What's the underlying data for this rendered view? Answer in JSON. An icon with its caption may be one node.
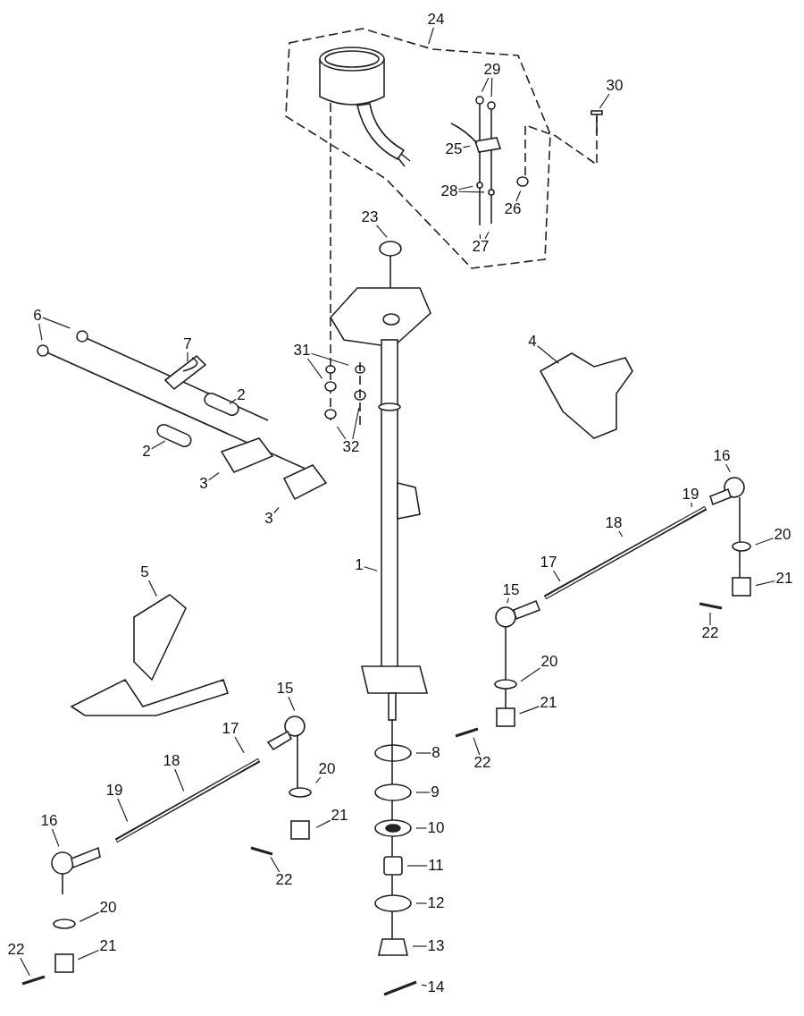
{
  "diagram": {
    "nodes": [
      {
        "text": [
          "24"
        ]
      },
      {
        "text": [
          "29"
        ]
      },
      {
        "text": [
          "30"
        ]
      },
      {
        "text": [
          "25"
        ]
      },
      {
        "text": [
          "28"
        ]
      },
      {
        "text": [
          "26"
        ]
      },
      {
        "text": [
          "27"
        ]
      },
      {
        "text": [
          "23"
        ]
      },
      {
        "text": [
          "6"
        ]
      },
      {
        "text": [
          "7"
        ]
      },
      {
        "text": [
          "31"
        ]
      },
      {
        "text": [
          "4"
        ]
      },
      {
        "text": [
          "2"
        ]
      },
      {
        "text": [
          "2"
        ]
      },
      {
        "text": [
          "32"
        ]
      },
      {
        "text": [
          "16"
        ]
      },
      {
        "text": [
          "3"
        ]
      },
      {
        "text": [
          "19"
        ]
      },
      {
        "text": [
          "3"
        ]
      },
      {
        "text": [
          "18"
        ]
      },
      {
        "text": [
          "20"
        ]
      },
      {
        "text": [
          "5"
        ]
      },
      {
        "text": [
          "17"
        ]
      },
      {
        "text": [
          "1"
        ]
      },
      {
        "text": [
          "21"
        ]
      },
      {
        "text": [
          "15"
        ]
      },
      {
        "text": [
          "22"
        ]
      },
      {
        "text": [
          "20"
        ]
      },
      {
        "text": [
          "21"
        ]
      },
      {
        "text": [
          "15"
        ]
      },
      {
        "text": [
          "17"
        ]
      },
      {
        "text": [
          "8"
        ]
      },
      {
        "text": [
          "22"
        ]
      },
      {
        "text": [
          "18"
        ]
      },
      {
        "text": [
          "20"
        ]
      },
      {
        "text": [
          "9"
        ]
      },
      {
        "text": [
          "19"
        ]
      },
      {
        "text": [
          "10"
        ]
      },
      {
        "text": [
          "16"
        ]
      },
      {
        "text": [
          "21"
        ]
      },
      {
        "text": [
          "22"
        ]
      },
      {
        "text": [
          "11"
        ]
      },
      {
        "text": [
          "20"
        ]
      },
      {
        "text": [
          "12"
        ]
      },
      {
        "text": [
          "22"
        ]
      },
      {
        "text": [
          "21"
        ]
      },
      {
        "text": [
          "13"
        ]
      },
      {
        "text": [
          "14"
        ]
      }
    ],
    "edges": [
      {
        "from": 0,
        "to": null,
        "arrow": "none"
      },
      {
        "from": 1,
        "to": null,
        "arrow": "none"
      },
      {
        "from": 1,
        "to": null,
        "arrow": "none"
      },
      {
        "from": 2,
        "to": null,
        "arrow": "none"
      },
      {
        "from": 3,
        "to": null,
        "arrow": "none"
      },
      {
        "from": 4,
        "to": null,
        "arrow": "none"
      },
      {
        "from": 4,
        "to": null,
        "arrow": "none"
      },
      {
        "from": 5,
        "to": null,
        "arrow": "none"
      },
      {
        "from": 6,
        "to": null,
        "arrow": "none"
      },
      {
        "from": 6,
        "to": null,
        "arrow": "none"
      },
      {
        "from": 7,
        "to": null,
        "arrow": "none"
      },
      {
        "from": 8,
        "to": null,
        "arrow": "none"
      },
      {
        "from": 8,
        "to": null,
        "arrow": "none"
      },
      {
        "from": 9,
        "to": null,
        "arrow": "none"
      },
      {
        "from": 10,
        "to": null,
        "arrow": "none"
      },
      {
        "from": 10,
        "to": null,
        "arrow": "none"
      },
      {
        "from": 11,
        "to": null,
        "arrow": "none"
      },
      {
        "from": 12,
        "to": null,
        "arrow": "none"
      },
      {
        "from": 13,
        "to": null,
        "arrow": "none"
      },
      {
        "from": 14,
        "to": null,
        "arrow": "none"
      },
      {
        "from": 14,
        "to": null,
        "arrow": "none"
      },
      {
        "from": 15,
        "to": null,
        "arrow": "none"
      },
      {
        "from": 16,
        "to": null,
        "arrow": "none"
      },
      {
        "from": 17,
        "to": null,
        "arrow": "none"
      },
      {
        "from": 18,
        "to": null,
        "arrow": "none"
      },
      {
        "from": 19,
        "to": null,
        "arrow": "none"
      },
      {
        "from": 20,
        "to": null,
        "arrow": "none"
      },
      {
        "from": 21,
        "to": null,
        "arrow": "none"
      },
      {
        "from": 22,
        "to": null,
        "arrow": "none"
      },
      {
        "from": 23,
        "to": null,
        "arrow": "none"
      },
      {
        "from": 24,
        "to": null,
        "arrow": "none"
      },
      {
        "from": 25,
        "to": null,
        "arrow": "none"
      },
      {
        "from": 26,
        "to": null,
        "arrow": "none"
      },
      {
        "from": 27,
        "to": null,
        "arrow": "none"
      },
      {
        "from": 28,
        "to": null,
        "arrow": "none"
      },
      {
        "from": 29,
        "to": null,
        "arrow": "none"
      },
      {
        "from": 30,
        "to": null,
        "arrow": "none"
      },
      {
        "from": 31,
        "to": null,
        "arrow": "none"
      },
      {
        "from": 32,
        "to": null,
        "arrow": "none"
      },
      {
        "from": 33,
        "to": null,
        "arrow": "none"
      },
      {
        "from": 34,
        "to": null,
        "arrow": "none"
      },
      {
        "from": 35,
        "to": null,
        "arrow": "none"
      },
      {
        "from": 36,
        "to": null,
        "arrow": "none"
      },
      {
        "from": 37,
        "to": null,
        "arrow": "none"
      },
      {
        "from": 38,
        "to": null,
        "arrow": "none"
      },
      {
        "from": 39,
        "to": null,
        "arrow": "none"
      },
      {
        "from": 40,
        "to": null,
        "arrow": "none"
      },
      {
        "from": 41,
        "to": null,
        "arrow": "none"
      },
      {
        "from": 42,
        "to": null,
        "arrow": "none"
      },
      {
        "from": 43,
        "to": null,
        "arrow": "none"
      },
      {
        "from": 44,
        "to": null,
        "arrow": "none"
      },
      {
        "from": 45,
        "to": null,
        "arrow": "none"
      },
      {
        "from": 46,
        "to": null,
        "arrow": "none"
      },
      {
        "from": 47,
        "to": null,
        "arrow": "none"
      }
    ]
  }
}
